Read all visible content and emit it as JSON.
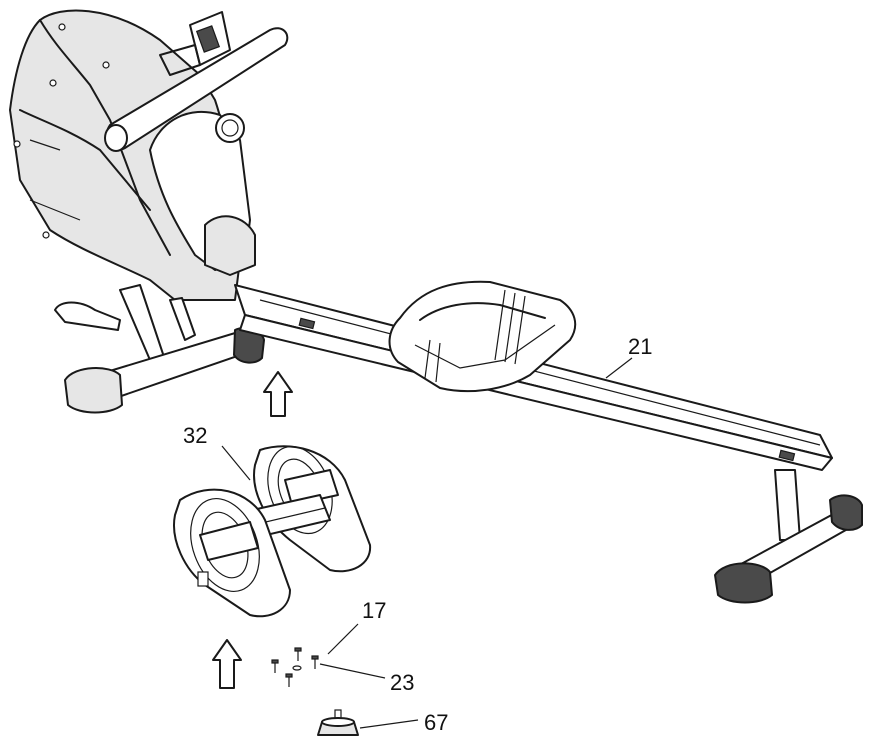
{
  "labels": {
    "rail": "21",
    "foot_assembly": "32",
    "bolt": "17",
    "washer": "23",
    "leveler": "67"
  },
  "colors": {
    "line": "#1a1a1a",
    "background": "#ffffff"
  }
}
